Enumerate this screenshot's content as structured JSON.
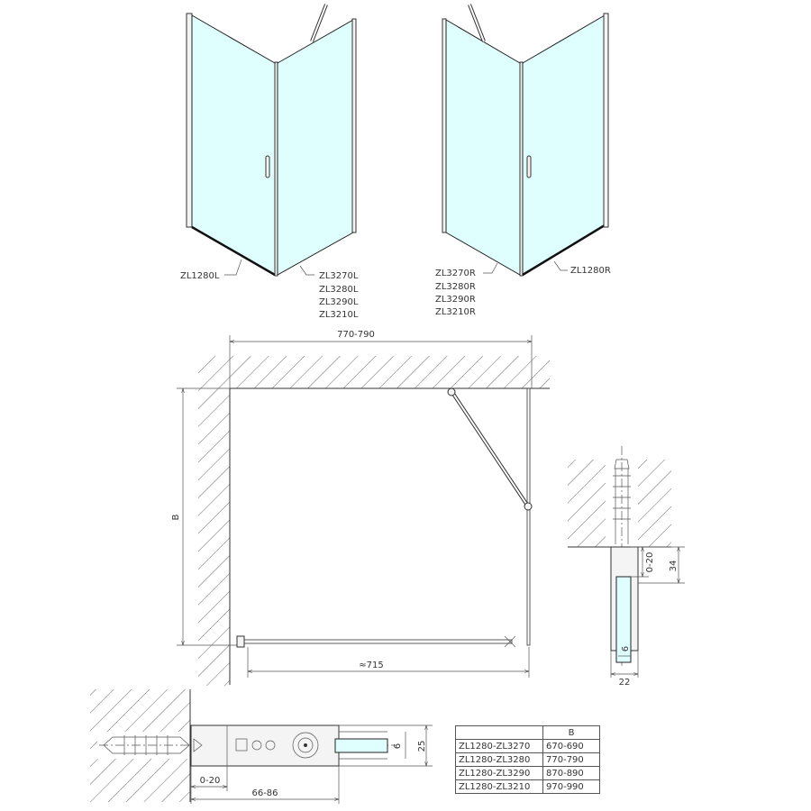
{
  "colors": {
    "glass": "#dfffff",
    "line": "#333333"
  },
  "iso_views": {
    "left": {
      "door_label": "ZL1280L",
      "panel_labels": [
        "ZL3270L",
        "ZL3280L",
        "ZL3290L",
        "ZL3210L"
      ]
    },
    "right": {
      "door_label": "ZL1280R",
      "panel_labels": [
        "ZL3270R",
        "ZL3280R",
        "ZL3290R",
        "ZL3210R"
      ]
    }
  },
  "plan_view": {
    "width_dim": "770-790",
    "depth_dim": "B",
    "door_dim": "≈715"
  },
  "side_detail": {
    "adjust_dim": "0-20",
    "profile_depth": "34",
    "glass_thickness": "6",
    "profile_width": "22"
  },
  "bottom_detail": {
    "adjust_dim": "0-20",
    "length_dim": "66-86",
    "glass_thickness": "6",
    "profile_height": "25"
  },
  "size_table": {
    "header": [
      "",
      "B"
    ],
    "rows": [
      [
        "ZL1280-ZL3270",
        "670-690"
      ],
      [
        "ZL1280-ZL3280",
        "770-790"
      ],
      [
        "ZL1280-ZL3290",
        "870-890"
      ],
      [
        "ZL1280-ZL3210",
        "970-990"
      ]
    ]
  }
}
